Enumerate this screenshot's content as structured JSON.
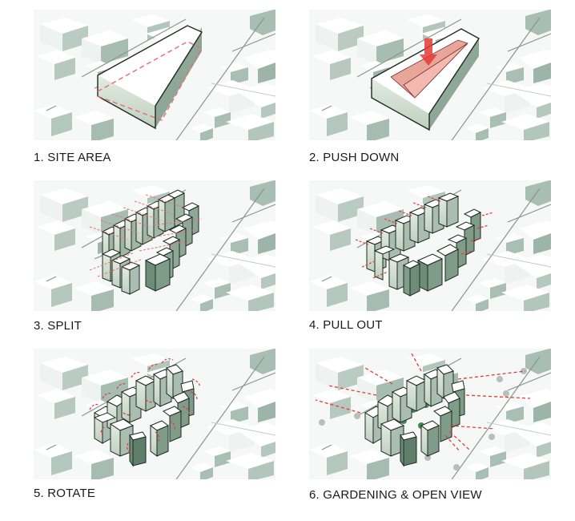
{
  "title": "Massing design process diagram",
  "colors": {
    "context_top": "#ffffff",
    "context_side": "#c8d6cf",
    "context_shadow": "#8fa89c",
    "mass_front": "#cfdccd",
    "mass_side": "#8ea796",
    "mass_dark": "#5f7f6b",
    "outline": "#1e2a22",
    "accent_red": "#e53935",
    "pushed_fill": "#e8a59a",
    "pushed_fill_light": "#f3b8b0",
    "tree_green": "#3f8a55",
    "tree_gray": "#b7bfbb",
    "road": "#8a9690"
  },
  "steps": [
    {
      "number": "1.",
      "label": "1. SITE AREA",
      "annotation": "red dashed site boundary on extruded block"
    },
    {
      "number": "2.",
      "label": "2. PUSH DOWN",
      "annotation": "red arrow pushing down the central courtyard"
    },
    {
      "number": "3.",
      "label": "3. SPLIT",
      "annotation": "block split into a ring of slender towers with red dashed cut lines"
    },
    {
      "number": "4.",
      "label": "4. PULL OUT",
      "annotation": "towers offset outward, red arrows showing pull direction"
    },
    {
      "number": "5.",
      "label": "5. ROTATE",
      "annotation": "towers rotated, red curved arrows at each tower"
    },
    {
      "number": "6.",
      "label": "6. GARDENING & OPEN VIEW",
      "annotation": "green trees in courtyard, red dashed view corridors radiating outward"
    }
  ]
}
